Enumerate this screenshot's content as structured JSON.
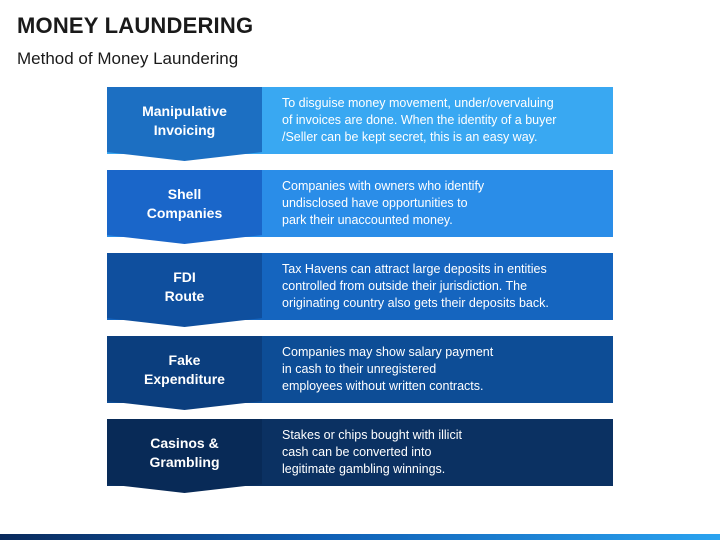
{
  "header": {
    "title": "MONEY LAUNDERING",
    "subtitle": "Method of Money Laundering"
  },
  "rows": [
    {
      "label": "Manipulative\nInvoicing",
      "text": "To disguise money movement, under/overvaluing\nof invoices are done. When the identity of a buyer\n/Seller can be kept secret, this is an easy way.",
      "label_color": "#1c6fc2",
      "bg_color": "#39a8f2"
    },
    {
      "label": "Shell\nCompanies",
      "text": "Companies with owners who identify\nundisclosed have opportunities to\npark their unaccounted money.",
      "label_color": "#1a66c9",
      "bg_color": "#2a8de8"
    },
    {
      "label": "FDI\nRoute",
      "text": "Tax Havens can attract large deposits in entities\ncontrolled from outside their jurisdiction. The\noriginating country also gets their deposits back.",
      "label_color": "#0f4f9e",
      "bg_color": "#1565bf"
    },
    {
      "label": "Fake\nExpenditure",
      "text": "Companies may show salary payment\nin cash to their unregistered\nemployees without written contracts.",
      "label_color": "#0b3e7e",
      "bg_color": "#0d4d96"
    },
    {
      "label": "Casinos &\nGrambling",
      "text": "Stakes or chips bought with illicit\ncash can be converted into\nlegitimate gambling winnings.",
      "label_color": "#082a57",
      "bg_color": "#0b3162"
    }
  ]
}
